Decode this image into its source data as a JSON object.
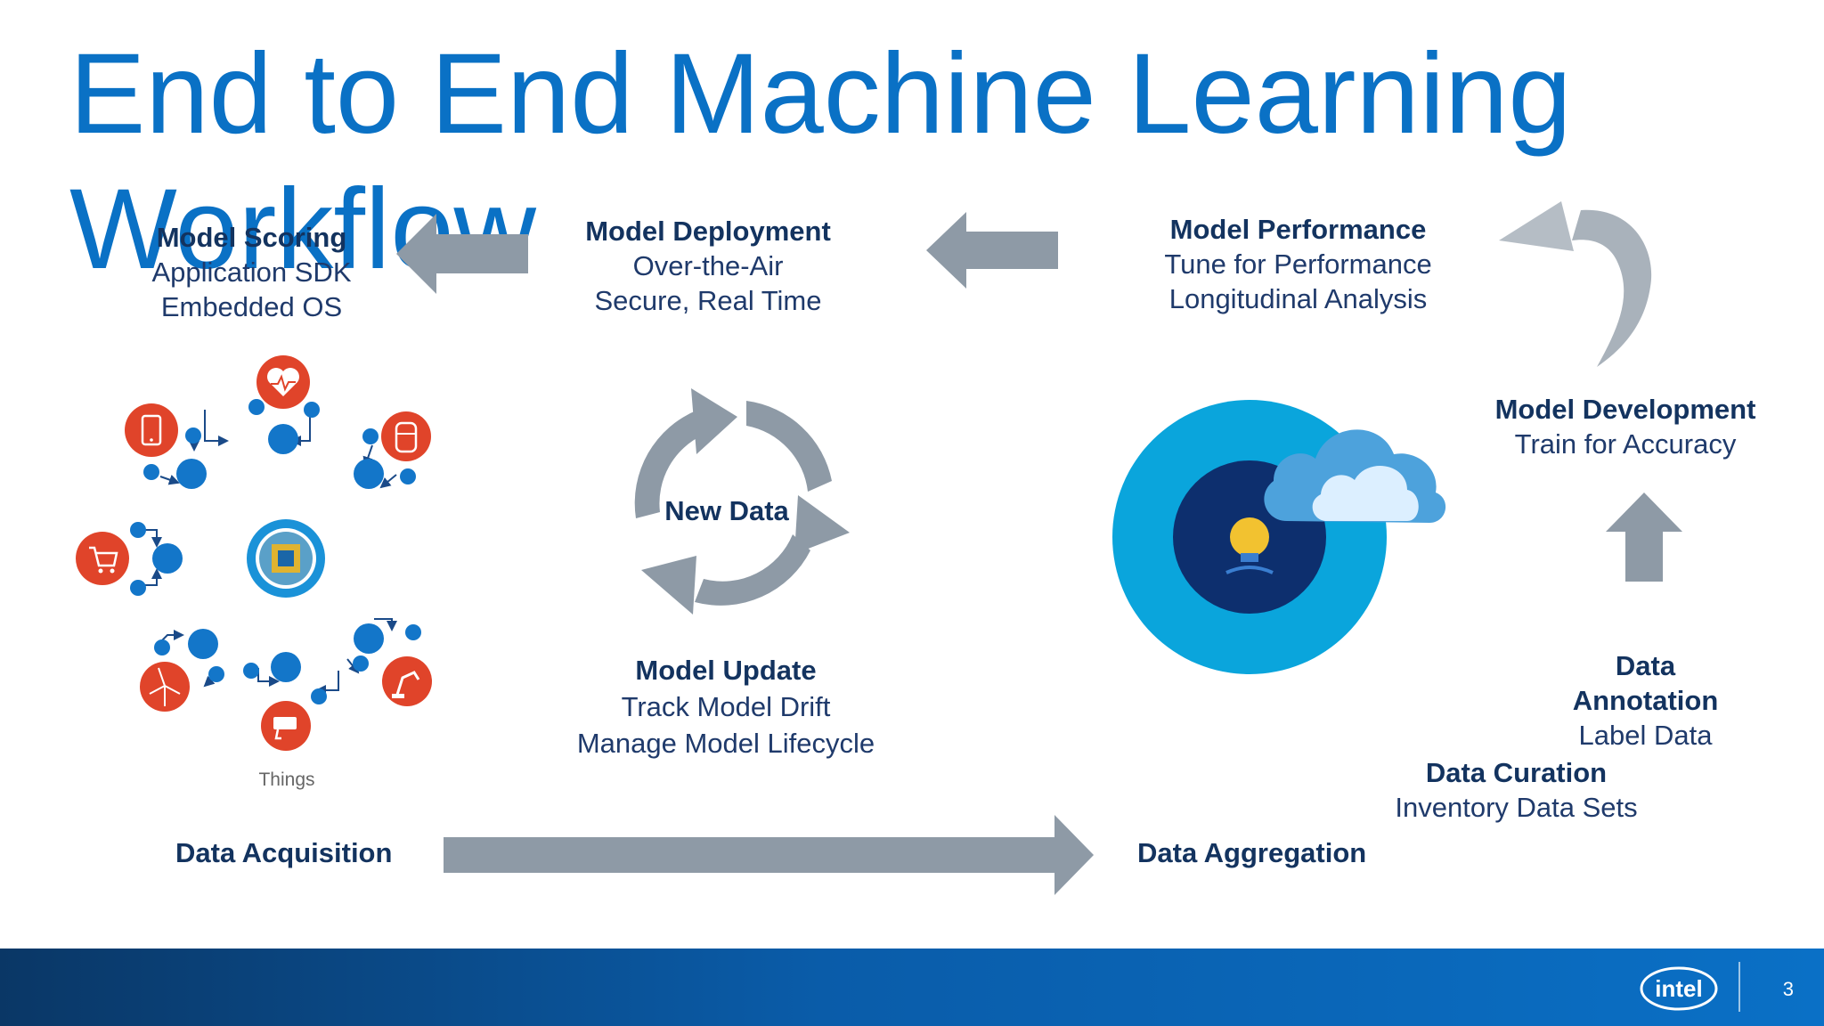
{
  "slide": {
    "title": "End to End Machine Learning Workflow",
    "page_number": "3"
  },
  "blocks": {
    "model_scoring": {
      "heading": "Model Scoring",
      "lines": [
        "Application SDK",
        "Embedded OS"
      ]
    },
    "model_deployment": {
      "heading": "Model Deployment",
      "lines": [
        "Over-the-Air",
        "Secure, Real Time"
      ]
    },
    "model_performance": {
      "heading": "Model Performance",
      "lines": [
        "Tune for Performance",
        "Longitudinal Analysis"
      ]
    },
    "model_development": {
      "heading": "Model Development",
      "lines": [
        "Train for Accuracy"
      ]
    },
    "model_update": {
      "heading": "Model Update",
      "lines": [
        "Track Model Drift",
        "Manage Model Lifecycle"
      ]
    },
    "data_annotation": {
      "heading_lines": [
        "Data",
        "Annotation"
      ],
      "lines": [
        "Label Data"
      ]
    },
    "data_curation": {
      "heading": "Data Curation",
      "lines": [
        "Inventory Data Sets"
      ]
    }
  },
  "labels": {
    "new_data": "New Data",
    "things": "Things",
    "data_acquisition": "Data Acquisition",
    "data_aggregation": "Data Aggregation"
  },
  "logo": {
    "text": "intel"
  },
  "icons": {
    "things": [
      "heart-icon",
      "smartphone-icon",
      "car-icon",
      "shopping-cart-icon",
      "chip-icon",
      "wind-turbine-icon",
      "camera-icon",
      "robot-arm-icon"
    ],
    "cloud": "cloud-icon",
    "bulb": "lightbulb-icon"
  },
  "colors": {
    "title_blue": "#0a71c5",
    "navy_text": "#13335f",
    "arrow_gray": "#8e9aa6",
    "icon_red": "#e0442a",
    "node_blue": "#1376c9",
    "ring_cyan": "#0aa5dc",
    "core_navy": "#0d2f6e"
  }
}
